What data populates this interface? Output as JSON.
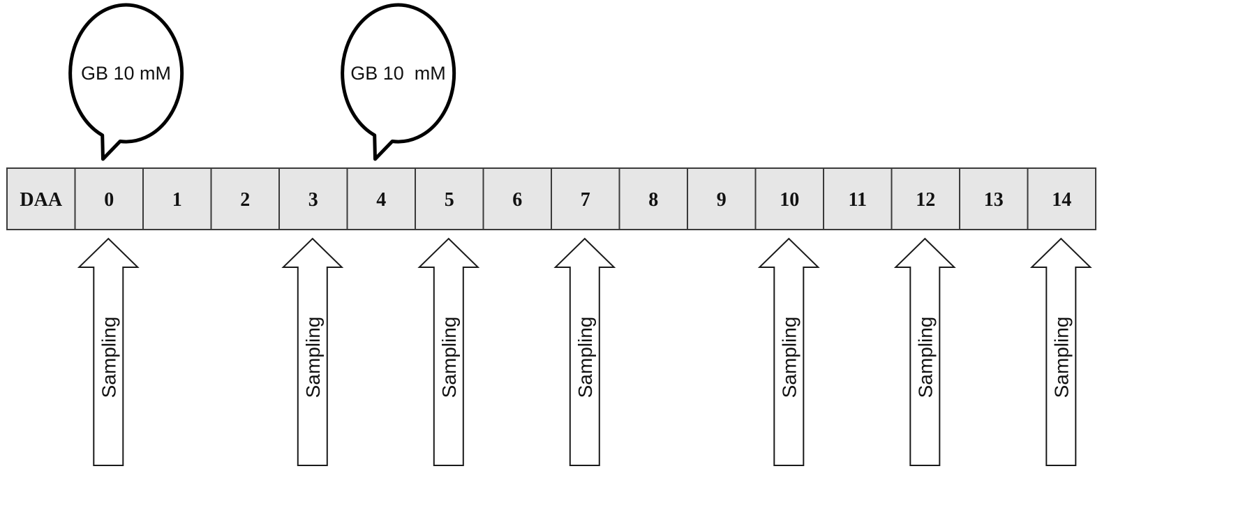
{
  "timeline": {
    "cells": [
      "DAA",
      "0",
      "1",
      "2",
      "3",
      "4",
      "5",
      "6",
      "7",
      "8",
      "9",
      "10",
      "11",
      "12",
      "13",
      "14"
    ]
  },
  "treatments": [
    {
      "label": "GB 10 mM",
      "day": "0"
    },
    {
      "label": "GB 10  mM",
      "day": "4"
    }
  ],
  "sampling": {
    "label": "Sampling",
    "days": [
      "0",
      "3",
      "5",
      "7",
      "10",
      "12",
      "14"
    ]
  }
}
